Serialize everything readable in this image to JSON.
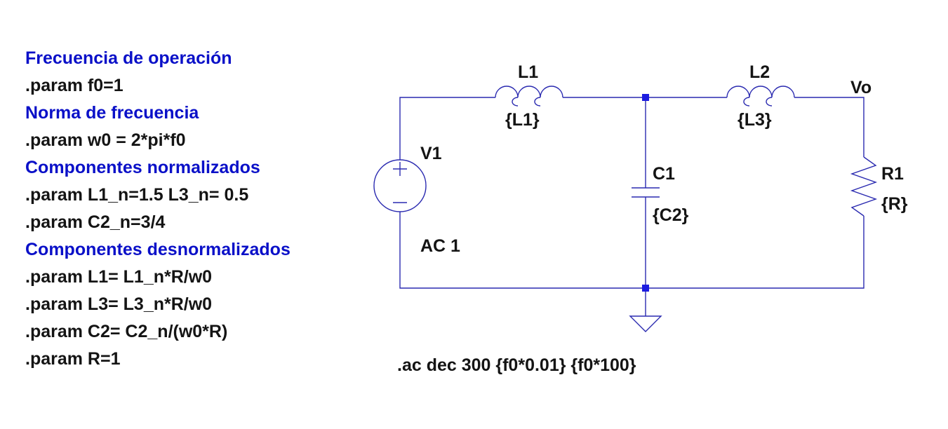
{
  "colors": {
    "wire": "#2a2ab0",
    "node": "#1c1ce0",
    "comment": "#0a10c8",
    "text": "#141414",
    "background": "#ffffff"
  },
  "parameters": [
    {
      "kind": "comment",
      "text": "Frecuencia de operación"
    },
    {
      "kind": "directive",
      "text": ".param f0=1"
    },
    {
      "kind": "comment",
      "text": "Norma de frecuencia"
    },
    {
      "kind": "directive",
      "text": ".param w0 = 2*pi*f0"
    },
    {
      "kind": "comment",
      "text": "Componentes normalizados"
    },
    {
      "kind": "directive",
      "text": ".param L1_n=1.5 L3_n= 0.5"
    },
    {
      "kind": "directive",
      "text": ".param C2_n=3/4"
    },
    {
      "kind": "comment",
      "text": "Componentes desnormalizados"
    },
    {
      "kind": "directive",
      "text": ".param L1= L1_n*R/w0"
    },
    {
      "kind": "directive",
      "text": ".param L3= L3_n*R/w0"
    },
    {
      "kind": "directive",
      "text": ".param C2= C2_n/(w0*R)"
    },
    {
      "kind": "directive",
      "text": ".param R=1"
    }
  ],
  "components": {
    "v1": {
      "name": "V1",
      "value": "AC 1",
      "icon": "voltage-source-icon"
    },
    "l1": {
      "name": "L1",
      "value": "{L1}",
      "icon": "inductor-icon"
    },
    "l2": {
      "name": "L2",
      "value": "{L3}",
      "icon": "inductor-icon"
    },
    "c1": {
      "name": "C1",
      "value": "{C2}",
      "icon": "capacitor-icon"
    },
    "r1": {
      "name": "R1",
      "value": "{R}",
      "icon": "resistor-icon"
    },
    "ground": {
      "icon": "ground-icon"
    }
  },
  "net_label": "Vo",
  "analysis": ".ac dec 300 {f0*0.01} {f0*100}"
}
